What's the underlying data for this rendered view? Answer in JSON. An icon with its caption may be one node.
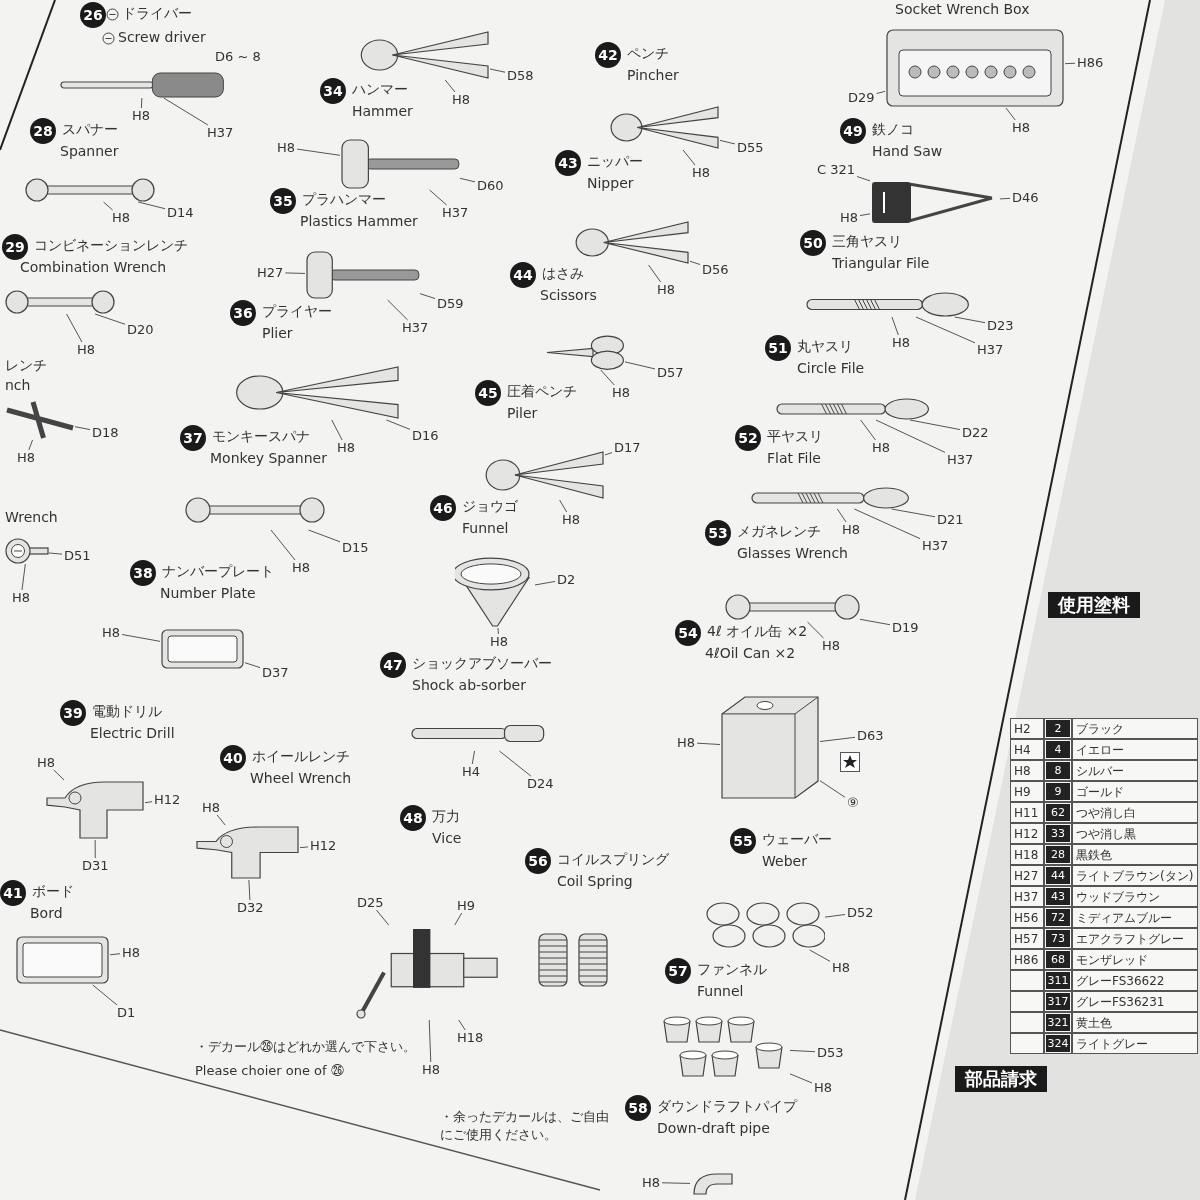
{
  "diagram": {
    "nodes": [
      {
        "text": [],
        "shape": "picture",
        "beside": [
          "26",
          "ドライバー",
          "Screw driver",
          "D6 ~ 8"
        ]
      },
      {
        "text": [
          "H8"
        ]
      },
      {
        "text": [
          "H37"
        ]
      },
      {
        "text": [],
        "shape": "picture",
        "beside": [
          "28",
          "スパナー",
          "Spanner"
        ]
      },
      {
        "text": [
          "D14"
        ]
      },
      {
        "text": [
          "H8"
        ]
      },
      {
        "text": [],
        "shape": "picture",
        "beside": [
          "29",
          "コンビネーションレンチ",
          "Combination Wrench"
        ]
      },
      {
        "text": [
          "D20"
        ]
      },
      {
        "text": [
          "H8"
        ]
      },
      {
        "text": [],
        "shape": "picture",
        "beside": [
          "レンチ",
          "nch"
        ]
      },
      {
        "text": [
          "D18"
        ]
      },
      {
        "text": [
          "H8"
        ]
      },
      {
        "text": [],
        "shape": "picture",
        "beside": [
          "Wrench"
        ]
      },
      {
        "text": [
          "D51"
        ]
      },
      {
        "text": [
          "H8"
        ]
      },
      {
        "text": [],
        "shape": "picture",
        "beside": [
          "39",
          "電動ドリル",
          "Electric Drill"
        ]
      },
      {
        "text": [
          "H8"
        ]
      },
      {
        "text": [
          "D31"
        ]
      },
      {
        "text": [
          "H12"
        ]
      },
      {
        "text": [],
        "shape": "picture",
        "beside": [
          "41",
          "ボード",
          "Bord"
        ]
      },
      {
        "text": [
          "H8"
        ]
      },
      {
        "text": [
          "D1"
        ]
      },
      {
        "text": [],
        "shape": "picture"
      },
      {
        "text": [
          "D58"
        ]
      },
      {
        "text": [
          "H8"
        ]
      },
      {
        "text": [],
        "shape": "picture",
        "beside": [
          "34",
          "ハンマー",
          "Hammer"
        ]
      },
      {
        "text": [
          "H8"
        ]
      },
      {
        "text": [
          "D60"
        ]
      },
      {
        "text": [
          "H37"
        ]
      },
      {
        "text": [],
        "shape": "picture",
        "beside": [
          "35",
          "プラハンマー",
          "Plastics Hammer"
        ]
      },
      {
        "text": [
          "H27"
        ]
      },
      {
        "text": [
          "D59"
        ]
      },
      {
        "text": [
          "H37"
        ]
      },
      {
        "text": [],
        "shape": "picture",
        "beside": [
          "36",
          "プライヤー",
          "Plier"
        ]
      },
      {
        "text": [
          "D16"
        ]
      },
      {
        "text": [
          "H8"
        ]
      },
      {
        "text": [],
        "shape": "picture",
        "beside": [
          "37",
          "モンキースパナ",
          "Monkey Spanner"
        ]
      },
      {
        "text": [
          "D15"
        ]
      },
      {
        "text": [
          "H8"
        ]
      },
      {
        "text": [],
        "shape": "picture",
        "beside": [
          "38",
          "ナンバープレート",
          "Number Plate"
        ]
      },
      {
        "text": [
          "H8"
        ]
      },
      {
        "text": [
          "D37"
        ]
      },
      {
        "text": [],
        "shape": "picture",
        "beside": [
          "40",
          "ホイールレンチ",
          "Wheel Wrench"
        ]
      },
      {
        "text": [
          "H8"
        ]
      },
      {
        "text": [
          "D32"
        ]
      },
      {
        "text": [
          "H12"
        ]
      },
      {
        "text": [],
        "shape": "picture",
        "beside": [
          "42",
          "ペンチ",
          "Pincher"
        ]
      },
      {
        "text": [
          "D55"
        ]
      },
      {
        "text": [
          "H8"
        ]
      },
      {
        "text": [],
        "shape": "picture",
        "beside": [
          "43",
          "ニッパー",
          "Nipper"
        ]
      },
      {
        "text": [
          "D56"
        ]
      },
      {
        "text": [
          "H8"
        ]
      },
      {
        "text": [],
        "shape": "picture",
        "beside": [
          "44",
          "はさみ",
          "Scissors"
        ]
      },
      {
        "text": [
          "D57"
        ]
      },
      {
        "text": [
          "H8"
        ]
      },
      {
        "text": [],
        "shape": "picture",
        "beside": [
          "45",
          "圧着ペンチ",
          "Piler"
        ]
      },
      {
        "text": [
          "D17"
        ]
      },
      {
        "text": [
          "H8"
        ]
      },
      {
        "text": [],
        "shape": "picture",
        "beside": [
          "46",
          "ジョウゴ",
          "Funnel"
        ]
      },
      {
        "text": [
          "D2"
        ]
      },
      {
        "text": [
          "H8"
        ]
      },
      {
        "text": [],
        "shape": "picture",
        "beside": [
          "47",
          "ショックアブソーバー",
          "Shock ab-sorber"
        ]
      },
      {
        "text": [
          "H4"
        ]
      },
      {
        "text": [
          "D24"
        ]
      },
      {
        "text": [],
        "shape": "picture",
        "beside": [
          "48",
          "万力",
          "Vice"
        ]
      },
      {
        "text": [
          "D25"
        ]
      },
      {
        "text": [
          "H9"
        ]
      },
      {
        "text": [
          "H18"
        ]
      },
      {
        "text": [
          "H8"
        ]
      },
      {
        "text": [],
        "shape": "picture",
        "beside": [
          "56",
          "コイルスプリング",
          "Coil Spring"
        ]
      },
      {
        "text": [],
        "shape": "picture",
        "beside": [
          "Socket Wrench Box"
        ]
      },
      {
        "text": [
          "D29"
        ]
      },
      {
        "text": [
          "H86"
        ]
      },
      {
        "text": [
          "H8"
        ]
      },
      {
        "text": [],
        "shape": "picture",
        "beside": [
          "49",
          "鉄ノコ",
          "Hand Saw"
        ]
      },
      {
        "text": [
          "C 321"
        ]
      },
      {
        "text": [
          "D46"
        ]
      },
      {
        "text": [
          "H8"
        ]
      },
      {
        "text": [],
        "shape": "picture",
        "beside": [
          "50",
          "三角ヤスリ",
          "Triangular File"
        ]
      },
      {
        "text": [
          "D23"
        ]
      },
      {
        "text": [
          "H8"
        ]
      },
      {
        "text": [
          "H37"
        ]
      },
      {
        "text": [],
        "shape": "picture",
        "beside": [
          "51",
          "丸ヤスリ",
          "Circle File"
        ]
      },
      {
        "text": [
          "D22"
        ]
      },
      {
        "text": [
          "H8"
        ]
      },
      {
        "text": [
          "H37"
        ]
      },
      {
        "text": [],
        "shape": "picture",
        "beside": [
          "52",
          "平ヤスリ",
          "Flat File"
        ]
      },
      {
        "text": [
          "D21"
        ]
      },
      {
        "text": [
          "H8"
        ]
      },
      {
        "text": [
          "H37"
        ]
      },
      {
        "text": [],
        "shape": "picture",
        "beside": [
          "53",
          "メガネレンチ",
          "Glasses Wrench"
        ]
      },
      {
        "text": [
          "D19"
        ]
      },
      {
        "text": [
          "H8"
        ]
      },
      {
        "text": [],
        "shape": "picture",
        "beside": [
          "54",
          "4ℓ オイル缶 ×2",
          "4ℓOil Can ×2"
        ]
      },
      {
        "text": [
          "D63"
        ]
      },
      {
        "text": [
          "H8"
        ]
      },
      {
        "text": [
          "⑨"
        ]
      },
      {
        "text": [],
        "shape": "picture",
        "beside": [
          "55",
          "ウェーバー",
          "Weber"
        ]
      },
      {
        "text": [
          "D52"
        ]
      },
      {
        "text": [
          "H8"
        ]
      },
      {
        "text": [],
        "shape": "picture",
        "beside": [
          "57",
          "ファンネル",
          "Funnel"
        ]
      },
      {
        "text": [
          "D53"
        ]
      },
      {
        "text": [
          "H8"
        ]
      },
      {
        "text": [],
        "shape": "picture",
        "beside": [
          "58",
          "ダウンドラフトパイプ",
          "Down-draft pipe"
        ]
      },
      {
        "text": [
          "H8"
        ]
      }
    ],
    "edges": [
      {
        "from": 1,
        "to": 0,
        "arrow": "none"
      },
      {
        "from": 2,
        "to": 0,
        "arrow": "none"
      },
      {
        "from": 4,
        "to": 3,
        "arrow": "none"
      },
      {
        "from": 5,
        "to": 3,
        "arrow": "none"
      },
      {
        "from": 7,
        "to": 6,
        "arrow": "none"
      },
      {
        "from": 8,
        "to": 6,
        "arrow": "none"
      },
      {
        "from": 10,
        "to": 9,
        "arrow": "none"
      },
      {
        "from": 11,
        "to": 9,
        "arrow": "none"
      },
      {
        "from": 13,
        "to": 12,
        "arrow": "none"
      },
      {
        "from": 14,
        "to": 12,
        "arrow": "none"
      },
      {
        "from": 16,
        "to": 15,
        "arrow": "none"
      },
      {
        "from": 17,
        "to": 15,
        "arrow": "none"
      },
      {
        "from": 18,
        "to": 15,
        "arrow": "none"
      },
      {
        "from": 20,
        "to": 19,
        "arrow": "none"
      },
      {
        "from": 21,
        "to": 19,
        "arrow": "none"
      },
      {
        "from": 23,
        "to": 22,
        "arrow": "none"
      },
      {
        "from": 24,
        "to": 22,
        "arrow": "none"
      },
      {
        "from": 26,
        "to": 25,
        "arrow": "none"
      },
      {
        "from": 27,
        "to": 25,
        "arrow": "none"
      },
      {
        "from": 28,
        "to": 25,
        "arrow": "none"
      },
      {
        "from": 30,
        "to": 29,
        "arrow": "none"
      },
      {
        "from": 31,
        "to": 29,
        "arrow": "none"
      },
      {
        "from": 32,
        "to": 29,
        "arrow": "none"
      },
      {
        "from": 34,
        "to": 33,
        "arrow": "none"
      },
      {
        "from": 35,
        "to": 33,
        "arrow": "none"
      },
      {
        "from": 37,
        "to": 36,
        "arrow": "none"
      },
      {
        "from": 38,
        "to": 36,
        "arrow": "none"
      },
      {
        "from": 40,
        "to": 39,
        "arrow": "none"
      },
      {
        "from": 41,
        "to": 39,
        "arrow": "none"
      },
      {
        "from": 43,
        "to": 42,
        "arrow": "none"
      },
      {
        "from": 44,
        "to": 42,
        "arrow": "none"
      },
      {
        "from": 45,
        "to": 42,
        "arrow": "none"
      },
      {
        "from": 47,
        "to": 46,
        "arrow": "none"
      },
      {
        "from": 48,
        "to": 46,
        "arrow": "none"
      },
      {
        "from": 50,
        "to": 49,
        "arrow": "none"
      },
      {
        "from": 51,
        "to": 49,
        "arrow": "none"
      },
      {
        "from": 53,
        "to": 52,
        "arrow": "none"
      },
      {
        "from": 54,
        "to": 52,
        "arrow": "none"
      },
      {
        "from": 56,
        "to": 55,
        "arrow": "none"
      },
      {
        "from": 57,
        "to": 55,
        "arrow": "none"
      },
      {
        "from": 59,
        "to": 58,
        "arrow": "none"
      },
      {
        "from": 60,
        "to": 58,
        "arrow": "none"
      },
      {
        "from": 62,
        "to": 61,
        "arrow": "none"
      },
      {
        "from": 63,
        "to": 61,
        "arrow": "none"
      },
      {
        "from": 65,
        "to": 64,
        "arrow": "none"
      },
      {
        "from": 66,
        "to": 64,
        "arrow": "none"
      },
      {
        "from": 67,
        "to": 64,
        "arrow": "none"
      },
      {
        "from": 68,
        "to": 64,
        "arrow": "none"
      },
      {
        "from": 71,
        "to": 70,
        "arrow": "none"
      },
      {
        "from": 72,
        "to": 70,
        "arrow": "none"
      },
      {
        "from": 73,
        "to": 70,
        "arrow": "none"
      },
      {
        "from": 75,
        "to": 74,
        "arrow": "none"
      },
      {
        "from": 76,
        "to": 74,
        "arrow": "none"
      },
      {
        "from": 77,
        "to": 74,
        "arrow": "none"
      },
      {
        "from": 79,
        "to": 78,
        "arrow": "none"
      },
      {
        "from": 80,
        "to": 78,
        "arrow": "none"
      },
      {
        "from": 81,
        "to": 78,
        "arrow": "none"
      },
      {
        "from": 83,
        "to": 82,
        "arrow": "none"
      },
      {
        "from": 84,
        "to": 82,
        "arrow": "none"
      },
      {
        "from": 85,
        "to": 82,
        "arrow": "none"
      },
      {
        "from": 87,
        "to": 86,
        "arrow": "none"
      },
      {
        "from": 88,
        "to": 86,
        "arrow": "none"
      },
      {
        "from": 89,
        "to": 86,
        "arrow": "none"
      },
      {
        "from": 91,
        "to": 90,
        "arrow": "none"
      },
      {
        "from": 92,
        "to": 90,
        "arrow": "none"
      },
      {
        "from": 94,
        "to": 93,
        "arrow": "none"
      },
      {
        "from": 95,
        "to": 93,
        "arrow": "none"
      },
      {
        "from": 96,
        "to": 93,
        "arrow": "none"
      },
      {
        "from": 98,
        "to": 97,
        "arrow": "none"
      },
      {
        "from": 99,
        "to": 97,
        "arrow": "none"
      },
      {
        "from": 101,
        "to": 100,
        "arrow": "none"
      },
      {
        "from": 102,
        "to": 100,
        "arrow": "none"
      },
      {
        "from": 104,
        "to": 103,
        "arrow": "none"
      }
    ],
    "labels": [
      "・デカール㉖はどれか選んで下さい。",
      "Please choier one of ㉖",
      "・余ったデカールは、ご自由にご使用ください。",
      "使用塗料",
      "H2",
      "2",
      "ブラック",
      "H4",
      "4",
      "イエロー",
      "H8",
      "8",
      "シルバー",
      "H9",
      "9",
      "ゴールド",
      "H11",
      "62",
      "つや消し白",
      "H12",
      "33",
      "つや消し黒",
      "H18",
      "28",
      "黒鉄色",
      "H27",
      "44",
      "ライトブラウン(タン)",
      "H37",
      "43",
      "ウッドブラウン",
      "H56",
      "72",
      "ミディアムブルー",
      "H57",
      "73",
      "エアクラフトグレー",
      "H86",
      "68",
      "モンザレッド",
      "311",
      "グレーFS36622",
      "317",
      "グレーFS36231",
      "321",
      "黄土色",
      "324",
      "ライトグレー",
      "部品請求"
    ]
  }
}
